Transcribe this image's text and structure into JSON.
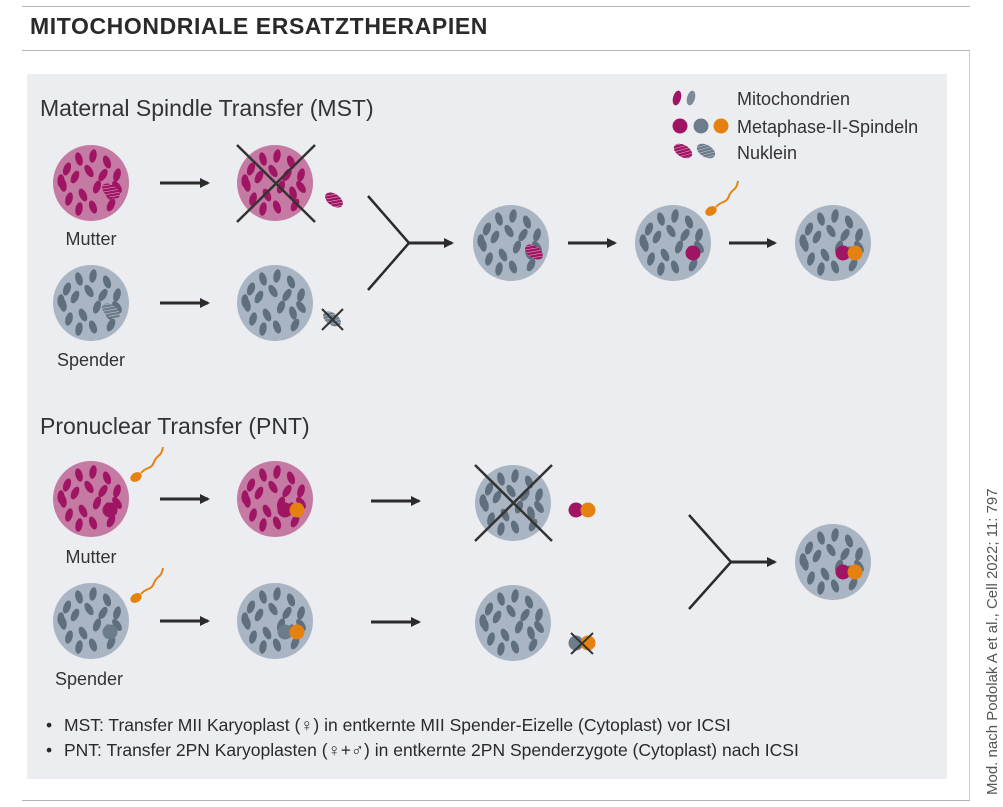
{
  "title": "MITOCHONDRIALE ERSATZTHERAPIEN",
  "sections": {
    "mst": {
      "title": "Maternal Spindle Transfer (MST)",
      "mother_label": "Mutter",
      "donor_label": "Spender"
    },
    "pnt": {
      "title": "Pronuclear Transfer (PNT)",
      "mother_label": "Mutter",
      "donor_label": "Spender"
    }
  },
  "legend": [
    {
      "label": "Mitochondrien",
      "icon": "mitochondria-icon"
    },
    {
      "label": "Metaphase-II-Spindeln",
      "icon": "spindle-dots-icon"
    },
    {
      "label": "Nuklein",
      "icon": "nucleus-icon"
    }
  ],
  "notes": [
    "MST: Transfer MII Karyoplast (♀) in entkernte MII Spender-Eizelle (Cytoplast) vor ICSI",
    "PNT: Transfer 2PN Karyoplasten (♀+♂) in entkernte 2PN Spenderzygote (Cytoplast) nach ICSI"
  ],
  "citation": "Mod. nach Podolak A et al., Cell 2022; 11: 797",
  "colors": {
    "mother_cell": "#c47aa3",
    "donor_cell": "#a9b5c2",
    "mother_mito": "#a01563",
    "donor_mito": "#5f6f7e",
    "orange": "#e5820f",
    "panel": "#ebedf0",
    "arrow": "#2b2b2b"
  }
}
